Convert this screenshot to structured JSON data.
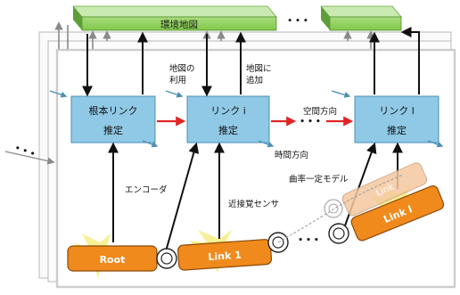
{
  "colors": {
    "map_green": "#7fc84a",
    "map_green_dark": "#4f8f2a",
    "estimator_blue": "#8fc9e6",
    "estimator_blue_dark": "#4b8fb4",
    "link_orange": "#f08a1c",
    "link_orange_faded": "#f5c8a0",
    "glow_yellow": "#f5f08a",
    "space_arrow_red": "#e02424",
    "frame_gray": "#b8b8b8"
  },
  "map": {
    "label": "環境地図",
    "ellipsis": "• • •"
  },
  "estimators": [
    {
      "title": "根本リンク",
      "subtitle": "推定"
    },
    {
      "title": "リンク i",
      "subtitle": "推定"
    },
    {
      "title": "リンク l",
      "subtitle": "推定"
    }
  ],
  "annotations": {
    "map_use": "地図の\n利用",
    "map_add": "地図に\n追加",
    "space_direction": "空間方向",
    "time_direction": "時間方向",
    "constant_curvature_model": "曲率一定モデル",
    "encoder": "エンコーダ",
    "proximity_sensor": "近接覚センサ",
    "left_ellipsis": "• • •",
    "middle_ellipsis": "• • •"
  },
  "links": {
    "root": "Root",
    "link1": "Link 1",
    "link_l": "Link l",
    "link_ghost": "Link"
  }
}
